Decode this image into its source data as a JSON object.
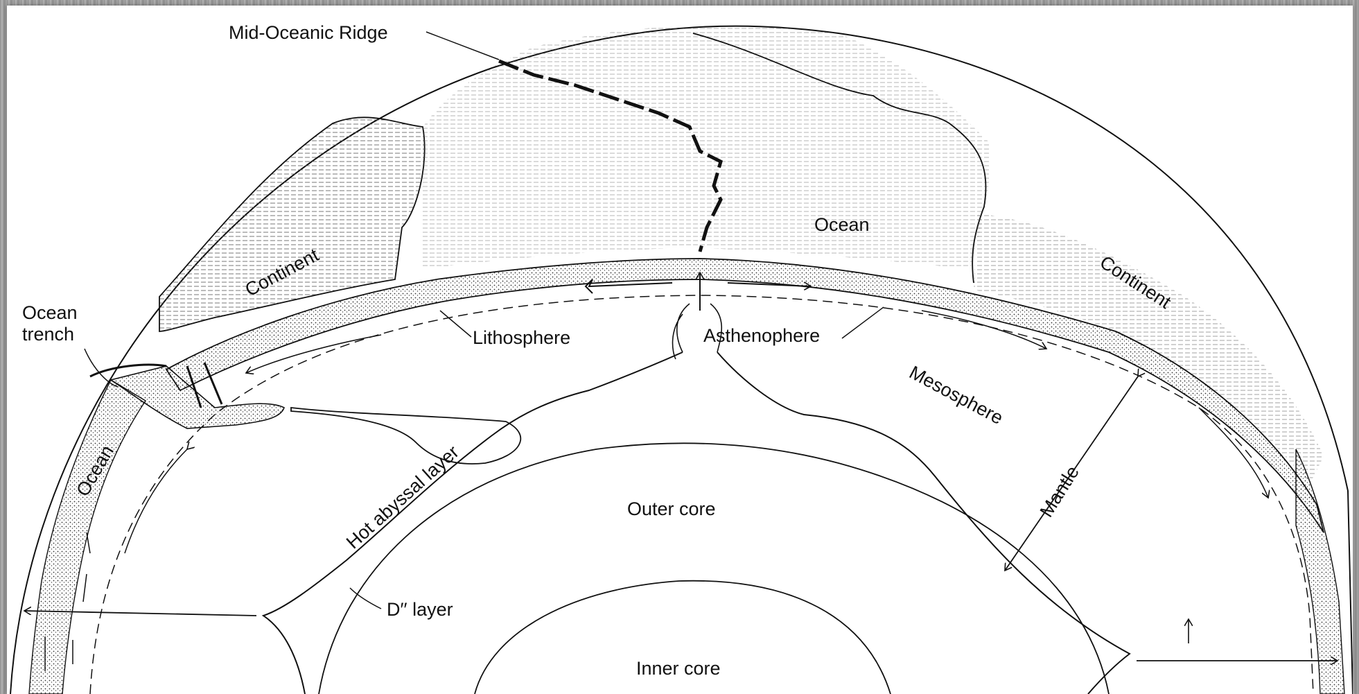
{
  "diagram": {
    "labels": {
      "ridge": "Mid-Oceanic Ridge",
      "continent_left": "Continent",
      "continent_right": "Continent",
      "ocean_right": "Ocean",
      "ocean_left": "Ocean",
      "ocean_trench_line1": "Ocean",
      "ocean_trench_line2": "trench",
      "lithosphere": "Lithosphere",
      "asthenosphere": "Asthenophere",
      "mesosphere": "Mesosphere",
      "mantle": "Mantle",
      "hot_abyssal": "Hot abyssal layer",
      "outer_core": "Outer core",
      "d_layer": "D′′ layer",
      "inner_core": "Inner core"
    },
    "colors": {
      "line": "#111111",
      "background": "#ffffff",
      "stipple": "#333333"
    }
  }
}
